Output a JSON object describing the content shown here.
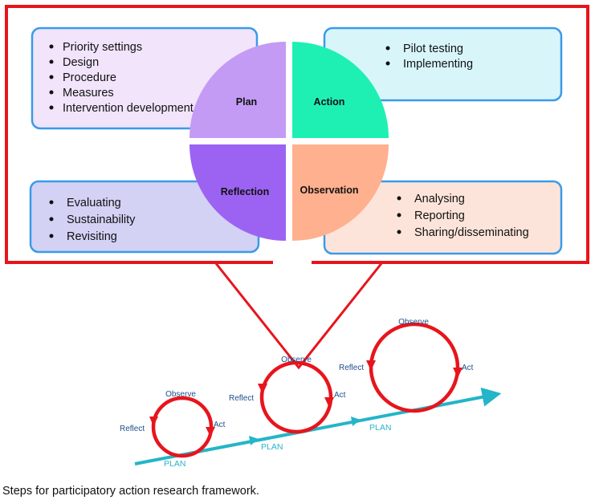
{
  "quadrants": {
    "plan": "Plan",
    "action": "Action",
    "reflection": "Reflection",
    "observation": "Observation"
  },
  "boxes": {
    "plan": [
      "Priority settings",
      "Design",
      "Procedure",
      "Measures",
      "Intervention development"
    ],
    "action": [
      "Pilot testing",
      "Implementing"
    ],
    "reflection": [
      "Evaluating",
      "Sustainability",
      "Revisiting"
    ],
    "observation": [
      "Analysing",
      "Reporting",
      "Sharing/disseminating"
    ]
  },
  "cycle_labels": {
    "observe": "Observe",
    "act": "Act",
    "reflect": "Reflect",
    "plan": "PLAN"
  },
  "colors": {
    "frame": "#e8141c",
    "plan": "#c39bf5",
    "action": "#1ef0b4",
    "reflection": "#9c63f2",
    "observation": "#ffb08e",
    "box_border": "#3a9be8",
    "arrow": "#24b5c8",
    "cycle": "#e8141c"
  },
  "caption": "Steps for participatory action research framework."
}
